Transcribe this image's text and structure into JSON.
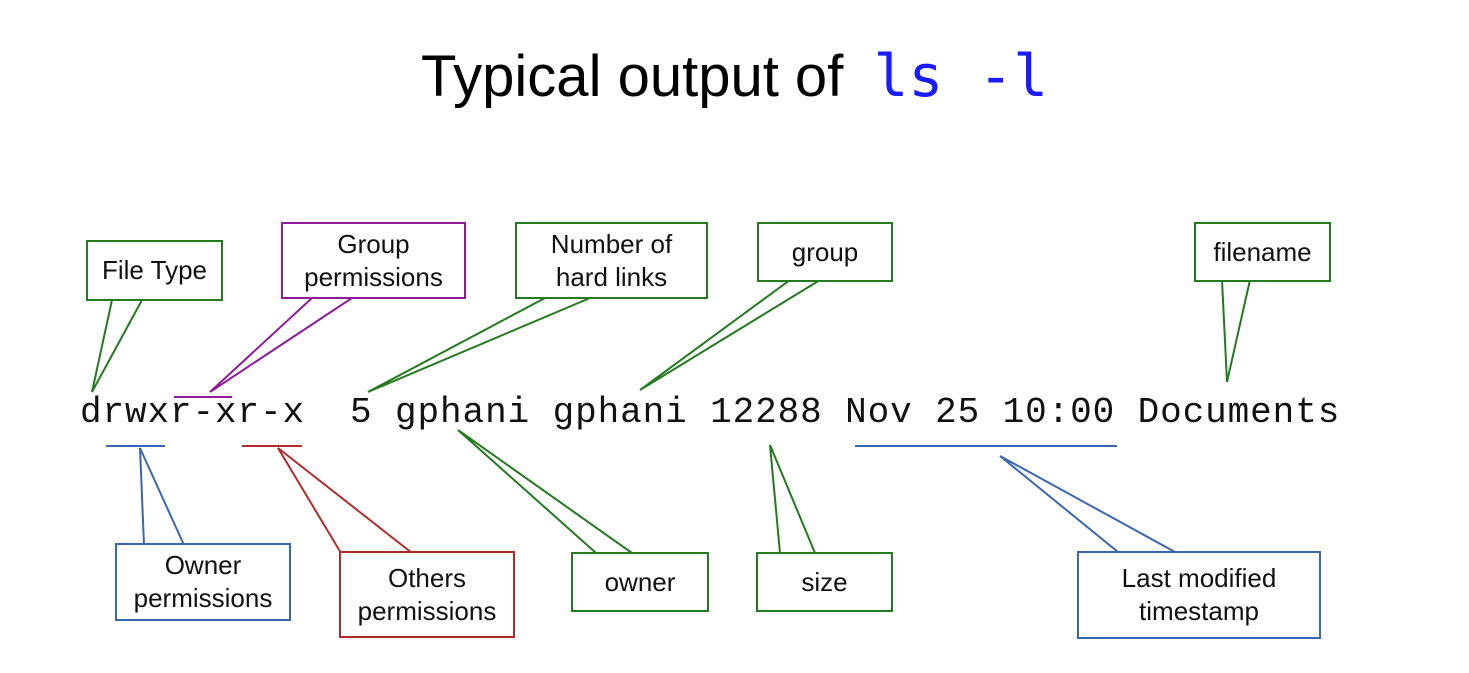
{
  "title": {
    "prefix": "Typical output of",
    "command": "ls -l"
  },
  "command_line": "drwxr-xr-x  5 gphani gphani 12288 Nov 25 10:00 Documents",
  "labels": {
    "file_type": "File Type",
    "group_permissions": [
      "Group",
      "permissions"
    ],
    "hard_links": [
      "Number of",
      "hard links"
    ],
    "group": "group",
    "filename": "filename",
    "owner_permissions": [
      "Owner",
      "permissions"
    ],
    "others_permissions": [
      "Others",
      "permissions"
    ],
    "owner": "owner",
    "size": "size",
    "timestamp": [
      "Last modified",
      "timestamp"
    ]
  },
  "colors": {
    "green": "#237a1f",
    "purple": "#8d1b9a",
    "blue": "#3a66b0",
    "red": "#b12b2b",
    "command_blue": "#1a1aff"
  }
}
